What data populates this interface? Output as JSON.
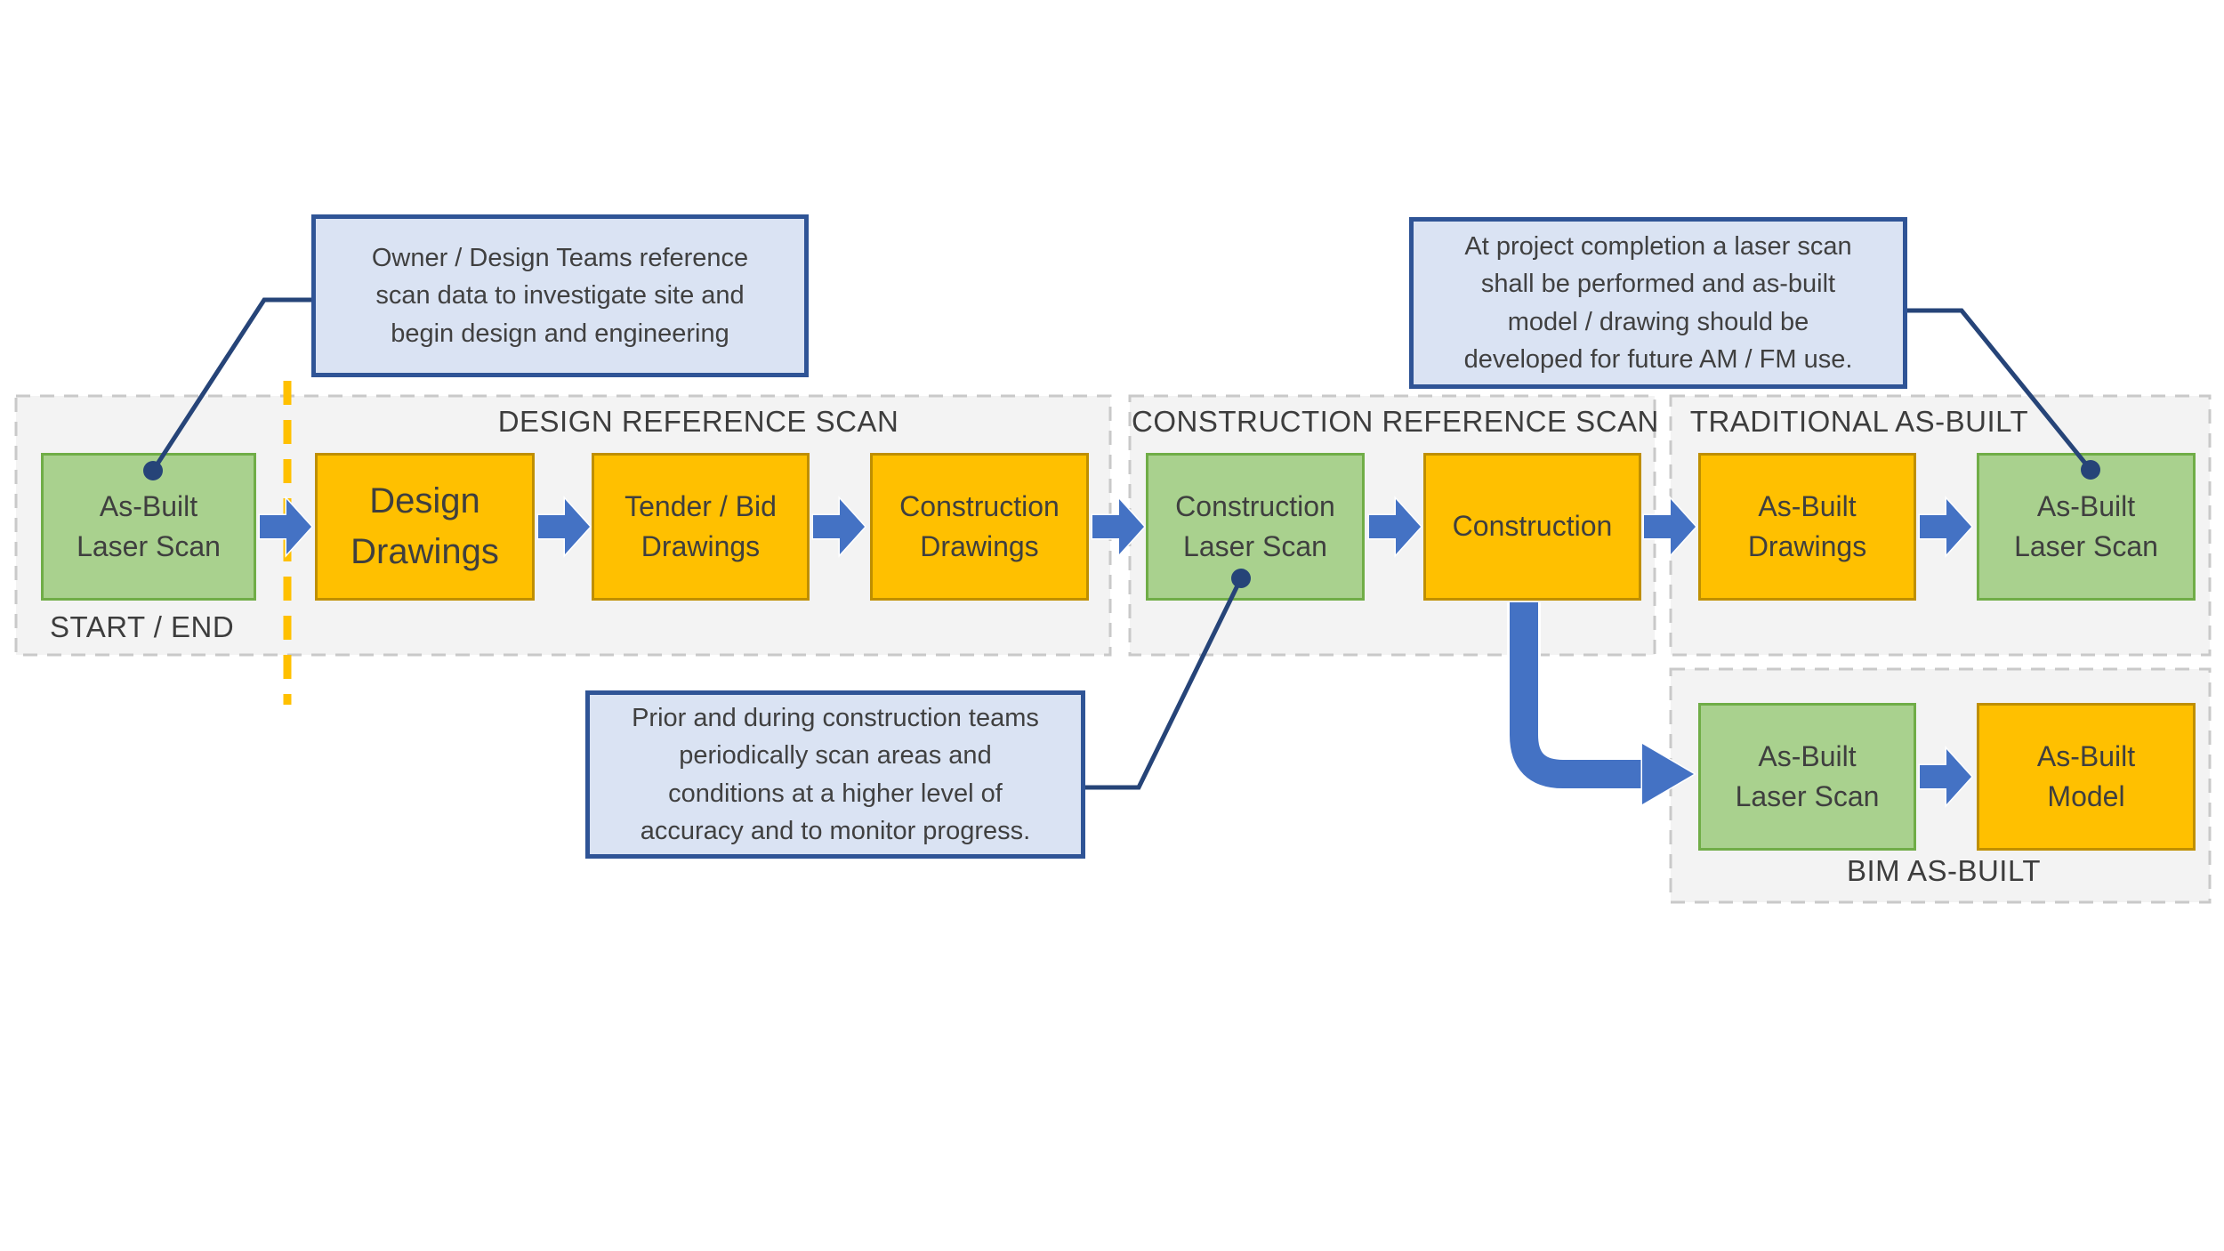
{
  "diagram": {
    "title_implicit": "Laser scanning workflow across project phases",
    "colors": {
      "background": "#ffffff",
      "scan_box_fill": "#a9d18e",
      "scan_box_border": "#70ad47",
      "deliverable_box_fill": "#ffc000",
      "deliverable_box_border": "#bf8f00",
      "arrow_blue": "#4472c4",
      "callout_fill": "#dae3f3",
      "callout_border": "#2f5496",
      "connector_line": "#264478",
      "container_fill": "#f3f3f3",
      "container_border": "#c9c9c9",
      "phase_divider_yellow": "#ffc000",
      "text": "#404040"
    },
    "sections": [
      {
        "id": "start-end",
        "label": "START / END"
      },
      {
        "id": "design-reference-scan",
        "label": "DESIGN REFERENCE SCAN"
      },
      {
        "id": "construction-reference-scan",
        "label": "CONSTRUCTION REFERENCE SCAN"
      },
      {
        "id": "traditional-as-built",
        "label": "TRADITIONAL AS-BUILT"
      },
      {
        "id": "bim-as-built",
        "label": "BIM AS-BUILT"
      }
    ],
    "boxes": [
      {
        "label": "As-Built\nLaser Scan",
        "type": "laser_scan"
      },
      {
        "label": "Design\nDrawings",
        "type": "deliverable"
      },
      {
        "label": "Tender / Bid\nDrawings",
        "type": "deliverable"
      },
      {
        "label": "Construction\nDrawings",
        "type": "deliverable"
      },
      {
        "label": "Construction\nLaser Scan",
        "type": "laser_scan"
      },
      {
        "label": "Construction",
        "type": "deliverable"
      },
      {
        "label": "As-Built\nDrawings",
        "type": "deliverable"
      },
      {
        "label": "As-Built\nLaser Scan",
        "type": "laser_scan"
      },
      {
        "label": "As-Built\nLaser Scan",
        "type": "laser_scan"
      },
      {
        "label": "As-Built\nModel",
        "type": "deliverable"
      }
    ],
    "callouts": [
      {
        "text": "Owner / Design Teams reference\nscan data to investigate site and\nbegin design and engineering"
      },
      {
        "text": "At project completion a laser scan\nshall be performed and as-built\nmodel / drawing should be\ndeveloped for future AM / FM use."
      },
      {
        "text": "Prior and during construction teams\nperiodically scan areas and\nconditions at a higher level of\naccuracy and to monitor progress."
      }
    ]
  }
}
